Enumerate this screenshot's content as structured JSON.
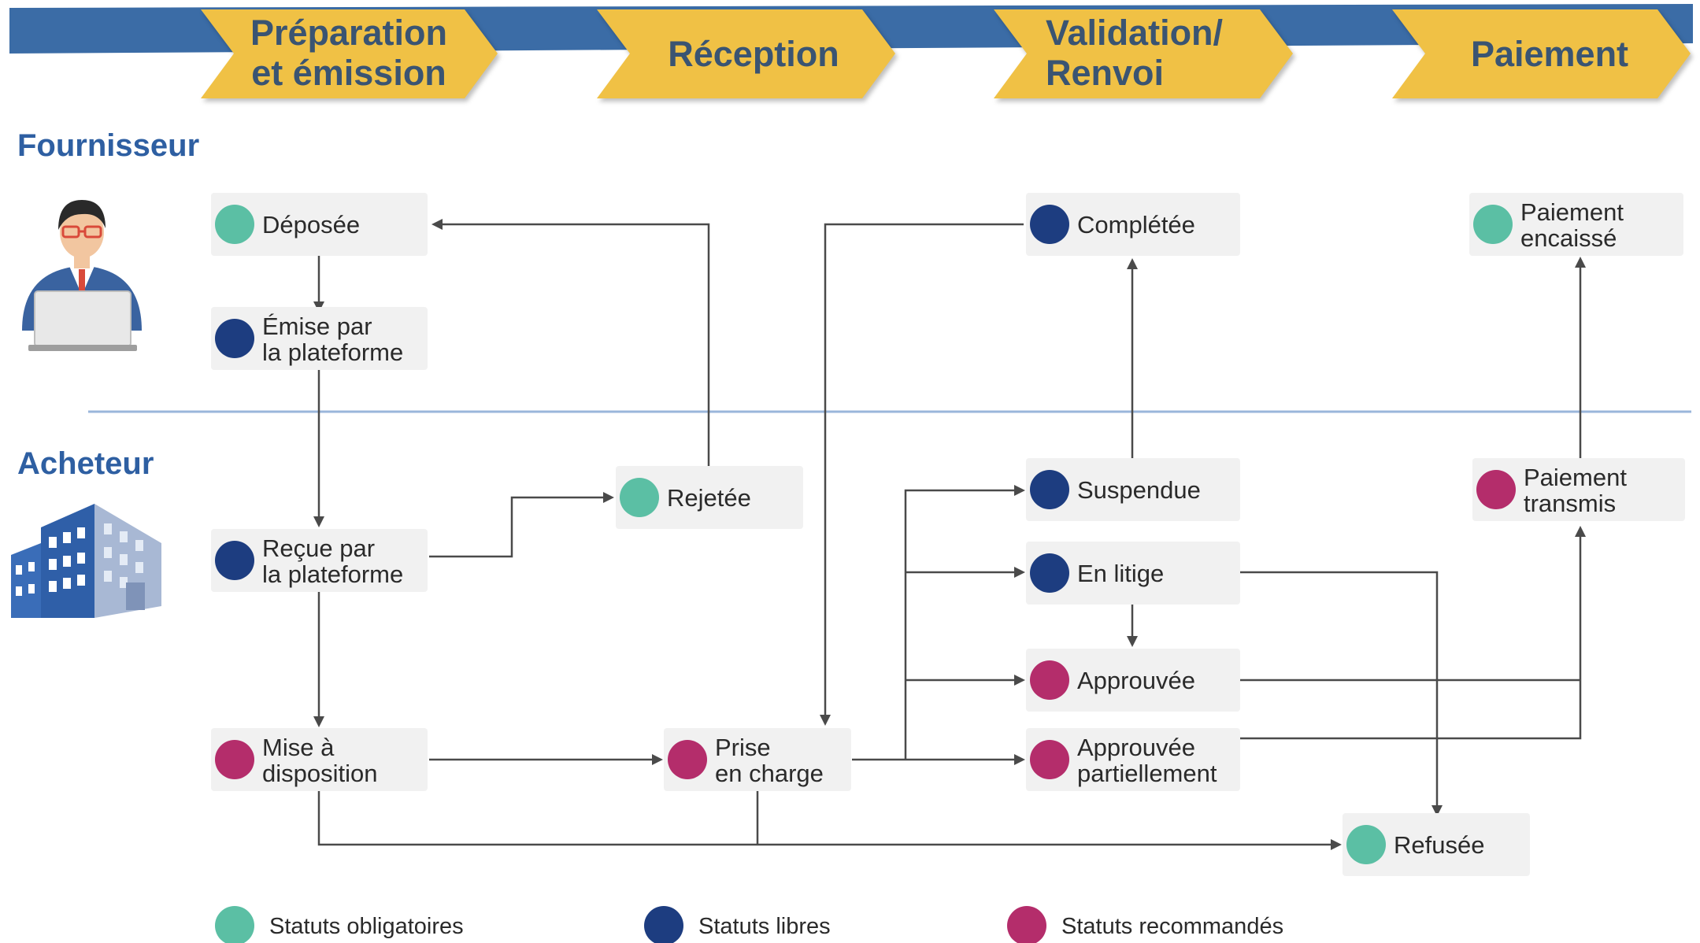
{
  "colors": {
    "obligatoire": "#5bbfa4",
    "libre": "#1d3d80",
    "recommande": "#b42d6b",
    "chevron": "#f0c145",
    "band": "#3b6ca6"
  },
  "phases": [
    {
      "line1": "Préparation",
      "line2": "et émission"
    },
    {
      "line1": "Réception",
      "line2": ""
    },
    {
      "line1": "Validation/",
      "line2": "Renvoi"
    },
    {
      "line1": "Paiement",
      "line2": ""
    }
  ],
  "lanes": {
    "fournisseur": "Fournisseur",
    "acheteur": "Acheteur",
    "fournisseur_icon": "supplier-person-laptop-icon",
    "acheteur_icon": "buyer-office-building-icon"
  },
  "nodes": [
    {
      "id": "deposee",
      "line1": "Déposée",
      "line2": "",
      "status": "obligatoire"
    },
    {
      "id": "emise",
      "line1": "Émise par",
      "line2": "la plateforme",
      "status": "libre"
    },
    {
      "id": "recue",
      "line1": "Reçue par",
      "line2": "la plateforme",
      "status": "libre"
    },
    {
      "id": "mise",
      "line1": "Mise à",
      "line2": "disposition",
      "status": "recommande"
    },
    {
      "id": "rejetee",
      "line1": "Rejetée",
      "line2": "",
      "status": "obligatoire"
    },
    {
      "id": "prise",
      "line1": "Prise",
      "line2": "en charge",
      "status": "recommande"
    },
    {
      "id": "completee",
      "line1": "Complétée",
      "line2": "",
      "status": "libre"
    },
    {
      "id": "suspendue",
      "line1": "Suspendue",
      "line2": "",
      "status": "libre"
    },
    {
      "id": "litige",
      "line1": "En litige",
      "line2": "",
      "status": "libre"
    },
    {
      "id": "approuvee",
      "line1": "Approuvée",
      "line2": "",
      "status": "recommande"
    },
    {
      "id": "approuvee_p",
      "line1": "Approuvée",
      "line2": "partiellement",
      "status": "recommande"
    },
    {
      "id": "refusee",
      "line1": "Refusée",
      "line2": "",
      "status": "obligatoire"
    },
    {
      "id": "encaisse",
      "line1": "Paiement",
      "line2": "encaissé",
      "status": "obligatoire"
    },
    {
      "id": "transmis",
      "line1": "Paiement",
      "line2": "transmis",
      "status": "recommande"
    }
  ],
  "legend": [
    {
      "label": "Statuts obligatoires",
      "status": "obligatoire"
    },
    {
      "label": "Statuts libres",
      "status": "libre"
    },
    {
      "label": "Statuts recommandés",
      "status": "recommande"
    }
  ]
}
